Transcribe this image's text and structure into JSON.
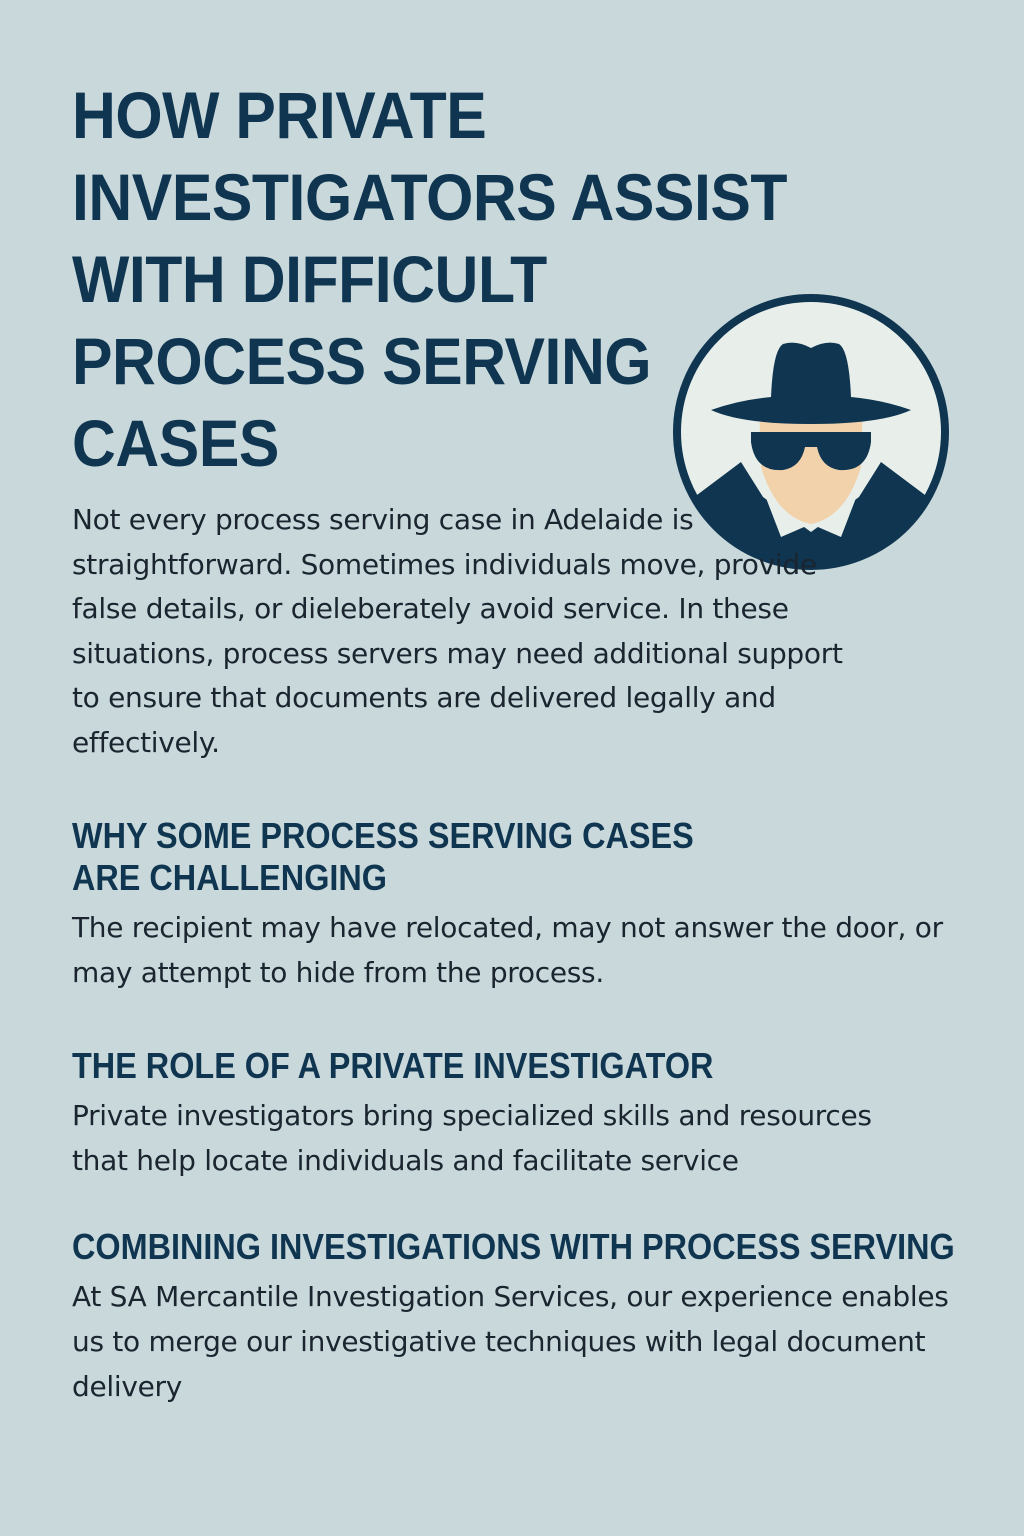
{
  "title": "How Private Investigators Assist with Difficult Process Serving Cases",
  "title_lines": [
    "HOW PRIVATE",
    "INVESTIGATORS ASSIST",
    "WITH DIFFICULT",
    "PROCESS SERVING",
    "CASES"
  ],
  "icon": "detective-icon",
  "colors": {
    "background": "#c9d9db",
    "primary": "#0f3550",
    "skin": "#f2d2aa",
    "circle_fill": "#e8efea"
  },
  "intro": "Not every process serving case in Adelaide is straightforward. Sometimes individuals move, provide false details, or dieleberately avoid service. In these situations, process servers may need additional support to ensure that documents are delivered legally and effectively.",
  "sections": [
    {
      "heading_line1": "Why some process serving cases",
      "heading_line2": "are challenging",
      "body": "The recipient may have relocated, may not answer the door, or may attempt to hide from the process."
    },
    {
      "heading_line1": "The role of a private investigator",
      "body": "Private investigators bring specialized skills and resources that help locate individuals and facilitate service"
    },
    {
      "heading_line1": "Combining investigations with process serving",
      "body": "At SA Mercantile Investigation Services, our experience enables us to merge our investigative techniques with legal document delivery"
    }
  ]
}
